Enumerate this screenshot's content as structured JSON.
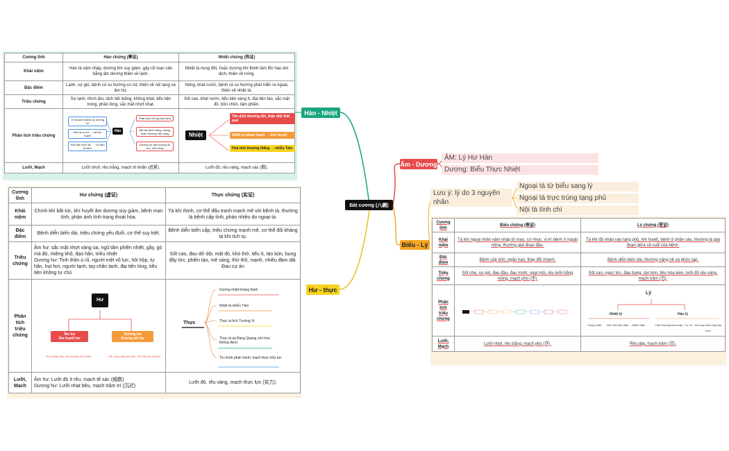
{
  "mindmap": {
    "root": "Bát cương (八綱)",
    "branches": {
      "han_nhiet": "Hàn - Nhiệt",
      "am_duong": "Âm - Dương",
      "bieu_ly": "Biểu - Lý",
      "hu_thuc": "Hư - thực"
    },
    "am_duong_leaves": [
      "ÂM: Lý Hư Hàn",
      "Dương: Biểu Thực Nhiệt"
    ],
    "bieu_ly_note": "Lưu ý: lý do 3 nguyên nhân",
    "bieu_ly_leaves": [
      "Ngoại tà từ biểu sang lý",
      "Ngoại tà trực trúng tạng phủ",
      "Nội tà tính chí"
    ]
  },
  "table_han_nhiet": {
    "headers": [
      "Cương lĩnh",
      "Hàn chứng (寒证)",
      "Nhiệt chứng (热证)"
    ],
    "rows": [
      [
        "Khái niệm",
        "Hàn tà xâm nhập, dương khí suy giảm, gây rối loạn cân bằng âm dương thiên về lạnh.",
        "Nhiệt tà nung đốt, hoặc dương khí thịnh làm tổn hao âm dịch, thiên về nóng."
      ],
      [
        "Đặc điểm",
        "Lạnh, sợ gió, bệnh có xu hướng co rút, thiên về nội tạng và âm hư.",
        "Nóng, khát nước, bệnh có xu hướng phát triển ra ngoài, thiên về nhiệt tà."
      ],
      [
        "Triệu chứng",
        "Sợ lạnh, thích ấm, dịch tiết loãng, không khát, tiểu tiện trong, phân lỏng, sắc mặt nhợt nhạt.",
        "Sốt cao, khát nước, tiểu tiện vàng ít, đại tiện táo, sắc mặt đỏ, bồn chồn, tâm phiền."
      ],
      [
        "Phân tích triệu chứng",
        "",
        ""
      ],
      [
        "Lưỡi, Mạch",
        "Lưỡi nhợt, rêu trắng, mạch trì khẩn (迟紧).",
        "Lưỡi đỏ, rêu vàng, mạch sác (数)."
      ]
    ],
    "han_diagram": {
      "center": "Hàn",
      "left": [
        "Trì (mạch chậm) do dương hư",
        "Hàn tà co rút → kết khí huyết",
        "Hàn lâm kinh lạc → Tà xâm bị lạnh"
      ],
      "right": [
        "Phát sinh chứng đau lạnh",
        "Bài tiết dịch loãng, không khát, thương hàn nặng",
        "Dương hư hàn không đủ sức, tiêu chảy"
      ]
    },
    "nhiet_diagram": {
      "center": "Nhiệt",
      "items": [
        "Tân dịch thương tổn, thận diệt thái quá",
        "Nhiệt tà phạm mạch → bức huyết",
        "Hỏa tính thượng thăng → nhiễu Tâm"
      ]
    }
  },
  "table_hu_thuc": {
    "headers": [
      "Cương lĩnh",
      "Hư chứng (虚证)",
      "Thực chứng (实证)"
    ],
    "rows": [
      [
        "Khái niệm",
        "Chính khí bất túc, khí huyết âm dương suy giảm, bệnh mạn tính, phản ánh tình trạng thoái hóa.",
        "Tà khí thịnh, cơ thể đấu tranh mạnh mẽ với bệnh tà, thường là bệnh cấp tính, phản nhiều do ngoại tà."
      ],
      [
        "Đặc điểm",
        "Bệnh diễn biến dài, triệu chứng yếu đuối, cơ thể suy kiệt.",
        "Bệnh diễn biến cấp, triệu chứng mạnh mẽ, cơ thể đối kháng tà khí tích tụ."
      ],
      [
        "Triệu chứng",
        "Âm hư: sắc mặt nhợt vàng úa, ngũ tâm phiền nhiệt, gầy, gò má đỏ, miệng khô, đạo hãn, triều nhiệt\nDương hư: Tinh thần ủ rũ, người mệt vô lực, hồi hộp, tự hãn, hụt hơi, người lạnh, tay chân lạnh, đại tiện lỏng, tiểu tiện không tự chủ",
        "Sốt cao, đau dữ dội, mặt đỏ, khó thở, tiểu ít, táo bón, bụng đầy tức, phiền táo, mê sảng, thử thô, mạnh, nhiều đàm dãi. Đau cự án"
      ],
      [
        "Phân tích triệu chứng",
        "",
        ""
      ],
      [
        "Lưỡi, Mạch",
        "Âm hư: Lưỡi đỏ ít rêu, mạch tế sác (细数)\nDương hư: Lưỡi nhạt bệu, mạch trầm trì (沉迟)",
        "Lưỡi đỏ, rêu vàng, mạch thực lực (实力)."
      ]
    ],
    "hu_diagram": {
      "center": "Hư",
      "left": "Âm hư\nÂm huyết hư",
      "right": "Dương hư\nDương khí hư",
      "left_note": "Âm không đầy, chế dương sinh nhiệt",
      "right_note": "Dễ công năng lên đến, cổ nhiệt do của khí"
    },
    "thuc_diagram": {
      "center": "Thực",
      "items": [
        "Dương nhiệt kháng thịnh",
        "Nhiệt tà nhiễu Tâm",
        "Thực tà tích Trường Vị",
        "Thực tà tại Bàng Quang, khí hóa không được",
        "Tà chính phản tranh: mạch thực hữu lực"
      ]
    }
  },
  "table_bieu_ly": {
    "headers": [
      "Cương lĩnh",
      "Biểu chứng (表证)",
      "Lý chứng (里证)"
    ],
    "rows": [
      [
        "Khái niệm",
        "Tà khí ngoại nhân xâm nhập bì mao, cơ nhục, vị trí bệnh ở ngoài nông, thường giai đoạn đầu.",
        "Tà khí đã nhập vào tạng phủ, khí huyết, bệnh ở phần sâu, thường là giai đoạn giữa và cuối của bệnh."
      ],
      [
        "Đặc điểm",
        "Bệnh cấp tính, ngắn hạn, thay đổi nhanh.",
        "Bệnh diễn biến dài, thường nặng nề và phức tạp."
      ],
      [
        "Triệu chứng",
        "Sốt nhẹ, sợ gió, đau đầu, đau mình, ngạt mũi, rêu lưỡi trắng mỏng, mạch phù (浮).",
        "Sốt cao, ngực tức, đau bụng, táo bón, tiêu hóa kém, lưỡi đỏ rêu vàng, mạch trầm (沉)."
      ],
      [
        "Phân tích triệu chứng",
        "",
        ""
      ],
      [
        "Lưỡi, Mạch",
        "Lưỡi nhợt, rêu trắng, mạch phù (浮).",
        "Rêu dày, mạch trầm (沉)."
      ]
    ],
    "ly_diagram": {
      "center": "Lý",
      "left": "Nhiệt lý",
      "right": "Hàn lý",
      "left_items": [
        "Tráng nhiệt",
        "Hơn thở tâm thần",
        "Nhiều hãm"
      ],
      "right_items": [
        "Hàn thương kém thấp",
        "Co rút",
        "Kết mạc kém nảy khô kém"
      ]
    }
  },
  "colors": {
    "han_nhiet": "#1aa57f",
    "am_duong": "#e74c4c",
    "bieu_ly": "#f5a623",
    "hu_thuc": "#f7d21f",
    "mint_bg": "#d9f2e8",
    "cream_bg": "#fbf1df"
  }
}
